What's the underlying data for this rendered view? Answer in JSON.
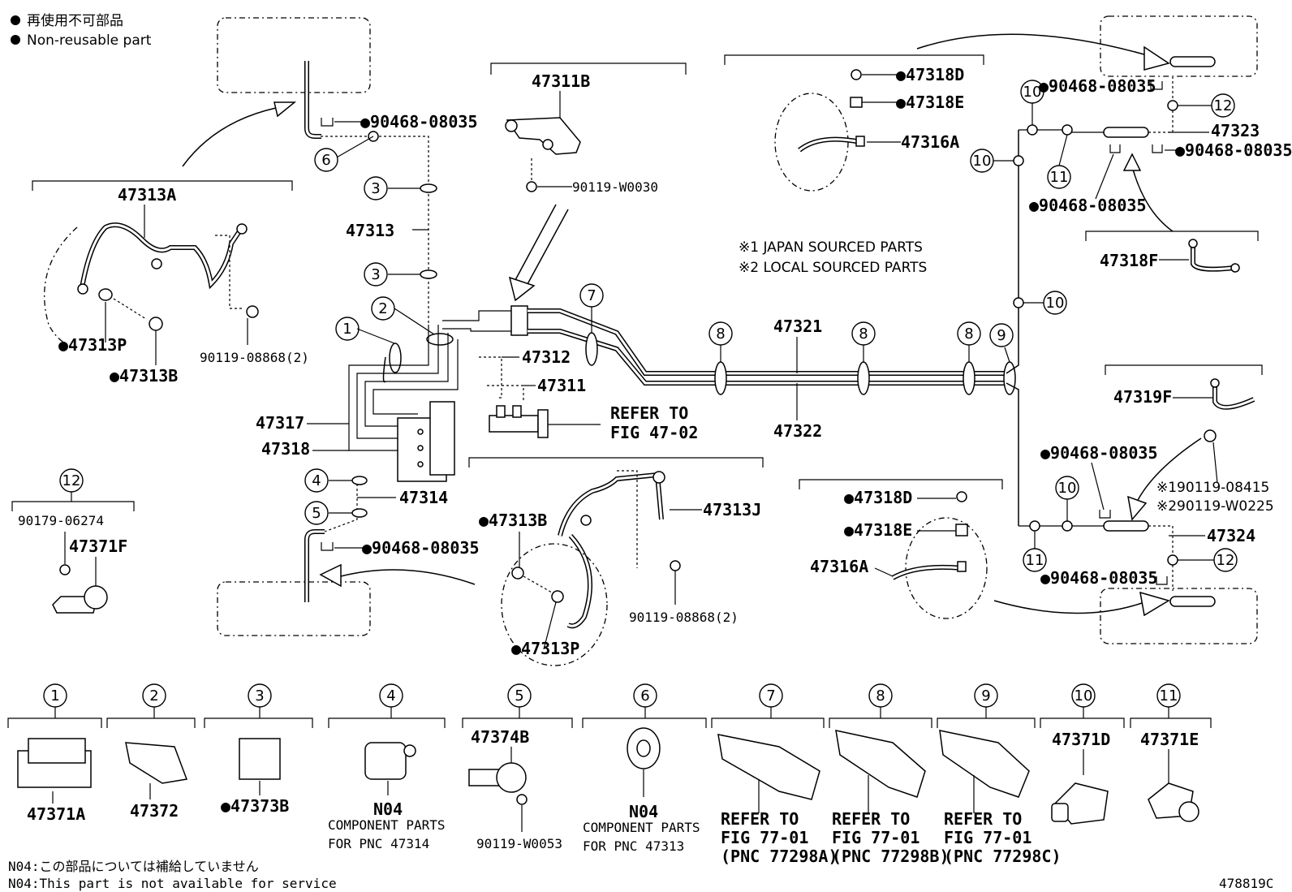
{
  "legend": {
    "jp_label": "再使用不可部品",
    "en_label": "Non-reusable part"
  },
  "notes": {
    "japan_sourced": "※1 JAPAN SOURCED PARTS",
    "local_sourced": "※2 LOCAL SOURCED PARTS",
    "n04_jp": "N04:この部品については補給していません",
    "n04_en": "N04:This part is not available for service",
    "figure_id": "478819C"
  },
  "parts": {
    "p47313A": "47313A",
    "p47313P_a": "●47313P",
    "p47313B_a": "●47313B",
    "p90119_08868_a": "90119-08868(2)",
    "p90468_a": "●90468-08035",
    "p47313": "47313",
    "p47311B": "47311B",
    "p90119_W0030": "90119-W0030",
    "p47312": "47312",
    "p47311": "47311",
    "refer_fig_4702_a": "REFER TO",
    "refer_fig_4702_b": "FIG 47-02",
    "p47317": "47317",
    "p47318": "47318",
    "p47314": "47314",
    "p90468_b": "●90468-08035",
    "p47313B_b": "●47313B",
    "p47313J": "47313J",
    "p47313P_b": "●47313P",
    "p90119_08868_b": "90119-08868(2)",
    "p90179_06274": "90179-06274",
    "p47371F": "47371F",
    "p47318D_a": "●47318D",
    "p47318E_a": "●47318E",
    "p47316A_a": "47316A",
    "p47321": "47321",
    "p47322": "47322",
    "p90468_c": "●90468-08035",
    "p47323": "47323",
    "p90468_d": "●90468-08035",
    "p90468_e": "●90468-08035",
    "p47318F": "47318F",
    "p47319F": "47319F",
    "p90468_f": "●90468-08035",
    "p90119_08415": "※190119-08415",
    "p90119_W0225": "※290119-W0225",
    "p47324": "47324",
    "p90468_g": "●90468-08035",
    "p47318D_b": "●47318D",
    "p47318E_b": "●47318E",
    "p47316A_b": "47316A"
  },
  "callouts": [
    "1",
    "2",
    "3",
    "3",
    "4",
    "5",
    "6",
    "7",
    "8",
    "8",
    "8",
    "9",
    "10",
    "10",
    "10",
    "10",
    "11",
    "11",
    "12",
    "12",
    "12"
  ],
  "bottom_row": [
    {
      "num": "1",
      "label": "47371A"
    },
    {
      "num": "2",
      "label": "47372"
    },
    {
      "num": "3",
      "label": "●47373B"
    },
    {
      "num": "4",
      "label": "N04",
      "sub1": "COMPONENT PARTS",
      "sub2": "FOR PNC 47314"
    },
    {
      "num": "5",
      "label": "47374B",
      "sub1": "90119-W0053"
    },
    {
      "num": "6",
      "label": "N04",
      "sub1": "COMPONENT PARTS",
      "sub2": "FOR PNC 47313"
    },
    {
      "num": "7",
      "label": "REFER TO",
      "sub1": "FIG 77-01",
      "sub2": "(PNC 77298A)"
    },
    {
      "num": "8",
      "label": "REFER TO",
      "sub1": "FIG 77-01",
      "sub2": "(PNC 77298B)"
    },
    {
      "num": "9",
      "label": "REFER TO",
      "sub1": "FIG 77-01",
      "sub2": "(PNC 77298C)"
    },
    {
      "num": "10",
      "label": "47371D"
    },
    {
      "num": "11",
      "label": "47371E"
    }
  ]
}
